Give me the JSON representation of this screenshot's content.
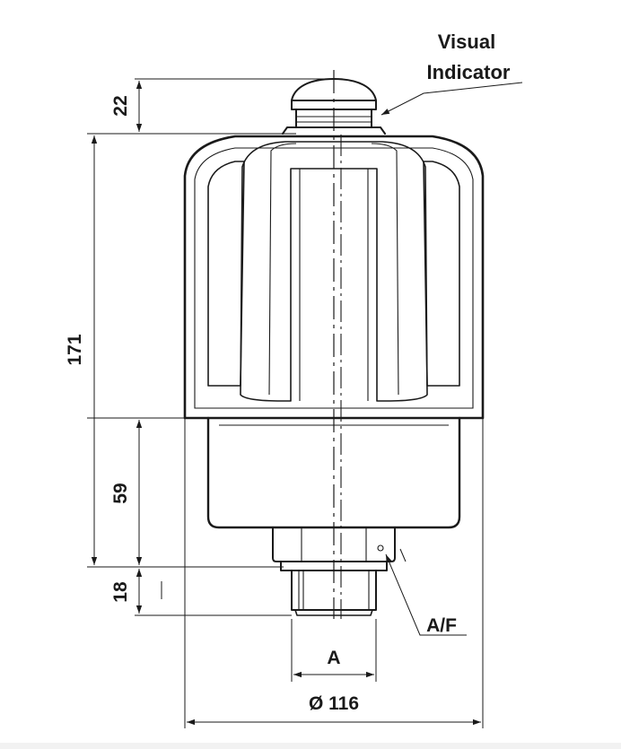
{
  "labels": {
    "indicator_line1": "Visual",
    "indicator_line2": "Indicator",
    "af": "A/F",
    "thread": "A",
    "diameter": "Ø 116"
  },
  "dimensions": {
    "top": "22",
    "body": "171",
    "lower": "59",
    "thread": "18"
  }
}
